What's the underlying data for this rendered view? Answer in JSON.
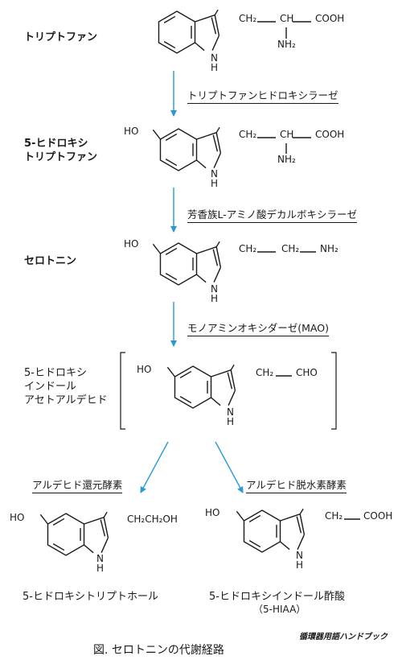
{
  "compounds": {
    "trp": {
      "name": "トリプトファン",
      "side_ch2": "CH₂",
      "side_ch": "CH",
      "side_cooh": "COOH",
      "side_nh2": "NH₂",
      "nh": "N\nH"
    },
    "htp": {
      "name": "5-ヒドロキシ\nトリプトファン",
      "ho": "HO",
      "side_ch2": "CH₂",
      "side_ch": "CH",
      "side_cooh": "COOH",
      "side_nh2": "NH₂",
      "nh": "N\nH"
    },
    "ser": {
      "name": "セロトニン",
      "ho": "HO",
      "side_ch2a": "CH₂",
      "side_ch2b": "CH₂",
      "side_nh2": "NH₂",
      "nh": "N\nH"
    },
    "hial": {
      "name": "5-ヒドロキシ\nインドール\nアセトアルデヒド",
      "ho": "HO",
      "side_ch2": "CH₂",
      "side_cho": "CHO",
      "nh": "N\nH"
    },
    "htol": {
      "name": "5-ヒドロキシトリプトホール",
      "ho": "HO",
      "side": "CH₂CH₂OH",
      "nh": "N\nH"
    },
    "hiaa": {
      "name": "5-ヒドロキシインドール酢酸",
      "abbr": "（5-HIAA）",
      "ho": "HO",
      "side_ch2": "CH₂",
      "side_cooh": "COOH",
      "nh": "N\nH"
    }
  },
  "enzymes": {
    "e1": "トリプトファンヒドロキシラーゼ",
    "e2": "芳香族L-アミノ酸デカルボキシラーゼ",
    "e3": "モノアミンオキシダーゼ(MAO)",
    "e4": "アルデヒド還元酵素",
    "e5": "アルデヒド脱水素酵素"
  },
  "credit": "循環器用語ハンドブック",
  "caption": "図.  セロトニンの代謝経路",
  "colors": {
    "arrow": "#2a9ad6",
    "ink": "#1a1a1a"
  }
}
